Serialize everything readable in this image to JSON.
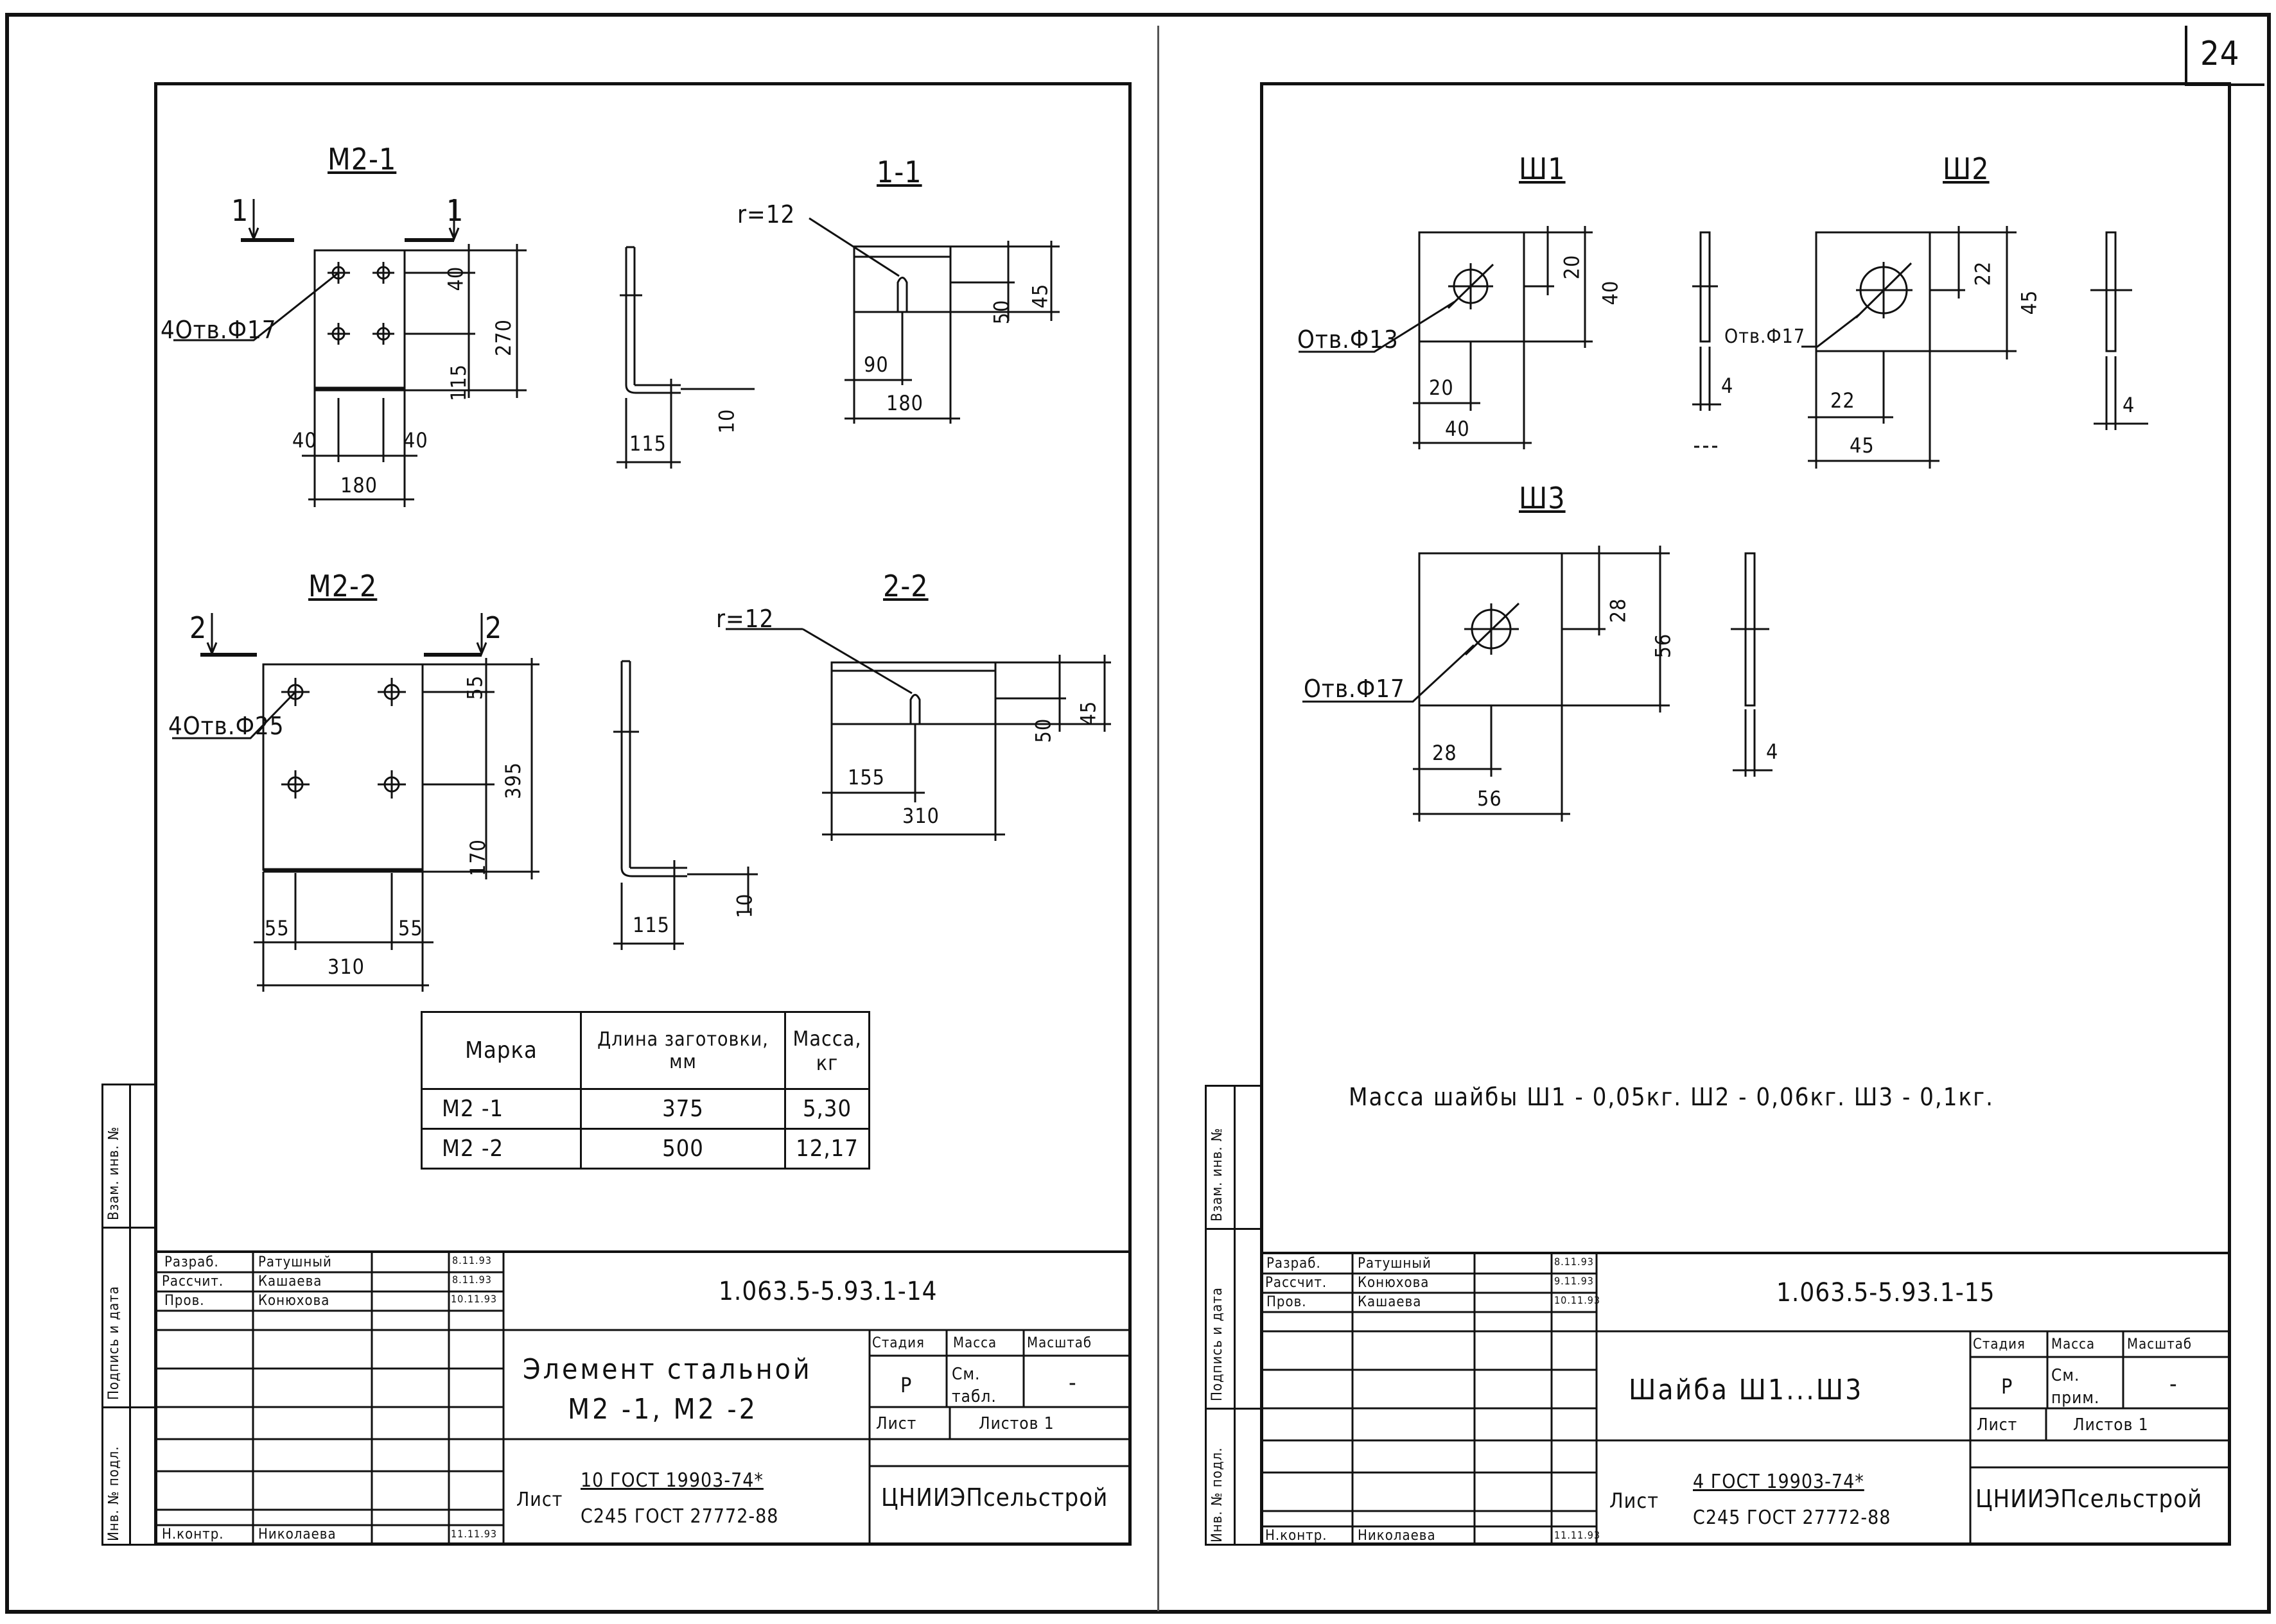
{
  "sheet_number": "24",
  "left": {
    "views": {
      "m21_title": "М2-1",
      "m22_title": "М2-2",
      "sec11_title": "1-1",
      "sec22_title": "2-2",
      "cut1": "1",
      "cut2": "2",
      "m21_holes": "4Отв.Ф17",
      "m22_holes": "4Отв.Ф25",
      "r1": "r=12",
      "r2": "r=12"
    },
    "dims": {
      "m21_40_top": "40",
      "m21_270": "270",
      "m21_115": "115",
      "m21_40a": "40",
      "m21_40b": "40",
      "m21_180": "180",
      "m21_side_115": "115",
      "m21_side_10": "10",
      "s11_50": "50",
      "s11_45": "45",
      "s11_90": "90",
      "s11_180": "180",
      "m22_55_top": "55",
      "m22_395": "395",
      "m22_170": "170",
      "m22_55a": "55",
      "m22_55b": "55",
      "m22_310": "310",
      "m22_side_115": "115",
      "m22_side_10": "10",
      "s22_50": "50",
      "s22_45": "45",
      "s22_155": "155",
      "s22_310": "310"
    },
    "mass_table": {
      "headers": [
        "Марка",
        "Длина заготовки, мм",
        "Масса, кг"
      ],
      "rows": [
        [
          "М2 -1",
          "375",
          "5,30"
        ],
        [
          "М2 -2",
          "500",
          "12,17"
        ]
      ]
    },
    "stamp": {
      "rows": [
        [
          "Разраб.",
          "Ратушный",
          "8.11.93"
        ],
        [
          "Рассчит.",
          "Кашаева",
          "8.11.93"
        ],
        [
          "Пров.",
          "Конюхова",
          "10.11.93"
        ]
      ],
      "nkontr": [
        "Н.контр.",
        "Николаева",
        "11.11.93"
      ],
      "code": "1.063.5-5.93.1-14",
      "title_line1": "Элемент стальной",
      "title_line2": "М2 -1, М2 -2",
      "stage_h": "Стадия",
      "mass_h": "Масса",
      "scale_h": "Масштаб",
      "stage": "Р",
      "mass": "См. табл.",
      "scale": "-",
      "list": "Лист",
      "lists": "Листов  1",
      "material_label": "Лист",
      "material1": "10 ГОСТ 19903-74*",
      "material2": "С245 ГОСТ 27772-88",
      "org": "ЦНИИЭПсельстрой"
    }
  },
  "right": {
    "views": {
      "sh1": "Ш1",
      "sh2": "Ш2",
      "sh3": "Ш3",
      "sh1_hole": "Отв.Ф13",
      "sh2_hole": "Отв.Ф17",
      "sh3_hole": "Отв.Ф17"
    },
    "dims": {
      "sh1_20v": "20",
      "sh1_40v": "40",
      "sh1_20h": "20",
      "sh1_40h": "40",
      "sh1_4": "4",
      "sh2_22v": "22",
      "sh2_45v": "45",
      "sh2_22h": "22",
      "sh2_45h": "45",
      "sh2_4": "4",
      "sh3_28v": "28",
      "sh3_56v": "56",
      "sh3_28h": "28",
      "sh3_56h": "56",
      "sh3_4": "4"
    },
    "note": "Масса шайбы Ш1 - 0,05кг. Ш2 - 0,06кг. Ш3 - 0,1кг.",
    "stamp": {
      "rows": [
        [
          "Разраб.",
          "Ратушный",
          "8.11.93"
        ],
        [
          "Рассчит.",
          "Конюхова",
          "9.11.93"
        ],
        [
          "Пров.",
          "Кашаева",
          "10.11.93"
        ]
      ],
      "nkontr": [
        "Н.контр.",
        "Николаева",
        "11.11.93"
      ],
      "code": "1.063.5-5.93.1-15",
      "title": "Шайба Ш1...Ш3",
      "stage_h": "Стадия",
      "mass_h": "Масса",
      "scale_h": "Масштаб",
      "stage": "Р",
      "mass": "См. прим.",
      "scale": "-",
      "list": "Лист",
      "lists": "Листов  1",
      "material_label": "Лист",
      "material1": "4 ГОСТ 19903-74*",
      "material2": "С245 ГОСТ 27772-88",
      "org": "ЦНИИЭПсельстрой"
    }
  },
  "side_labels": [
    "Взам. инв. №",
    "Подпись и дата",
    "Инв. № подл."
  ]
}
